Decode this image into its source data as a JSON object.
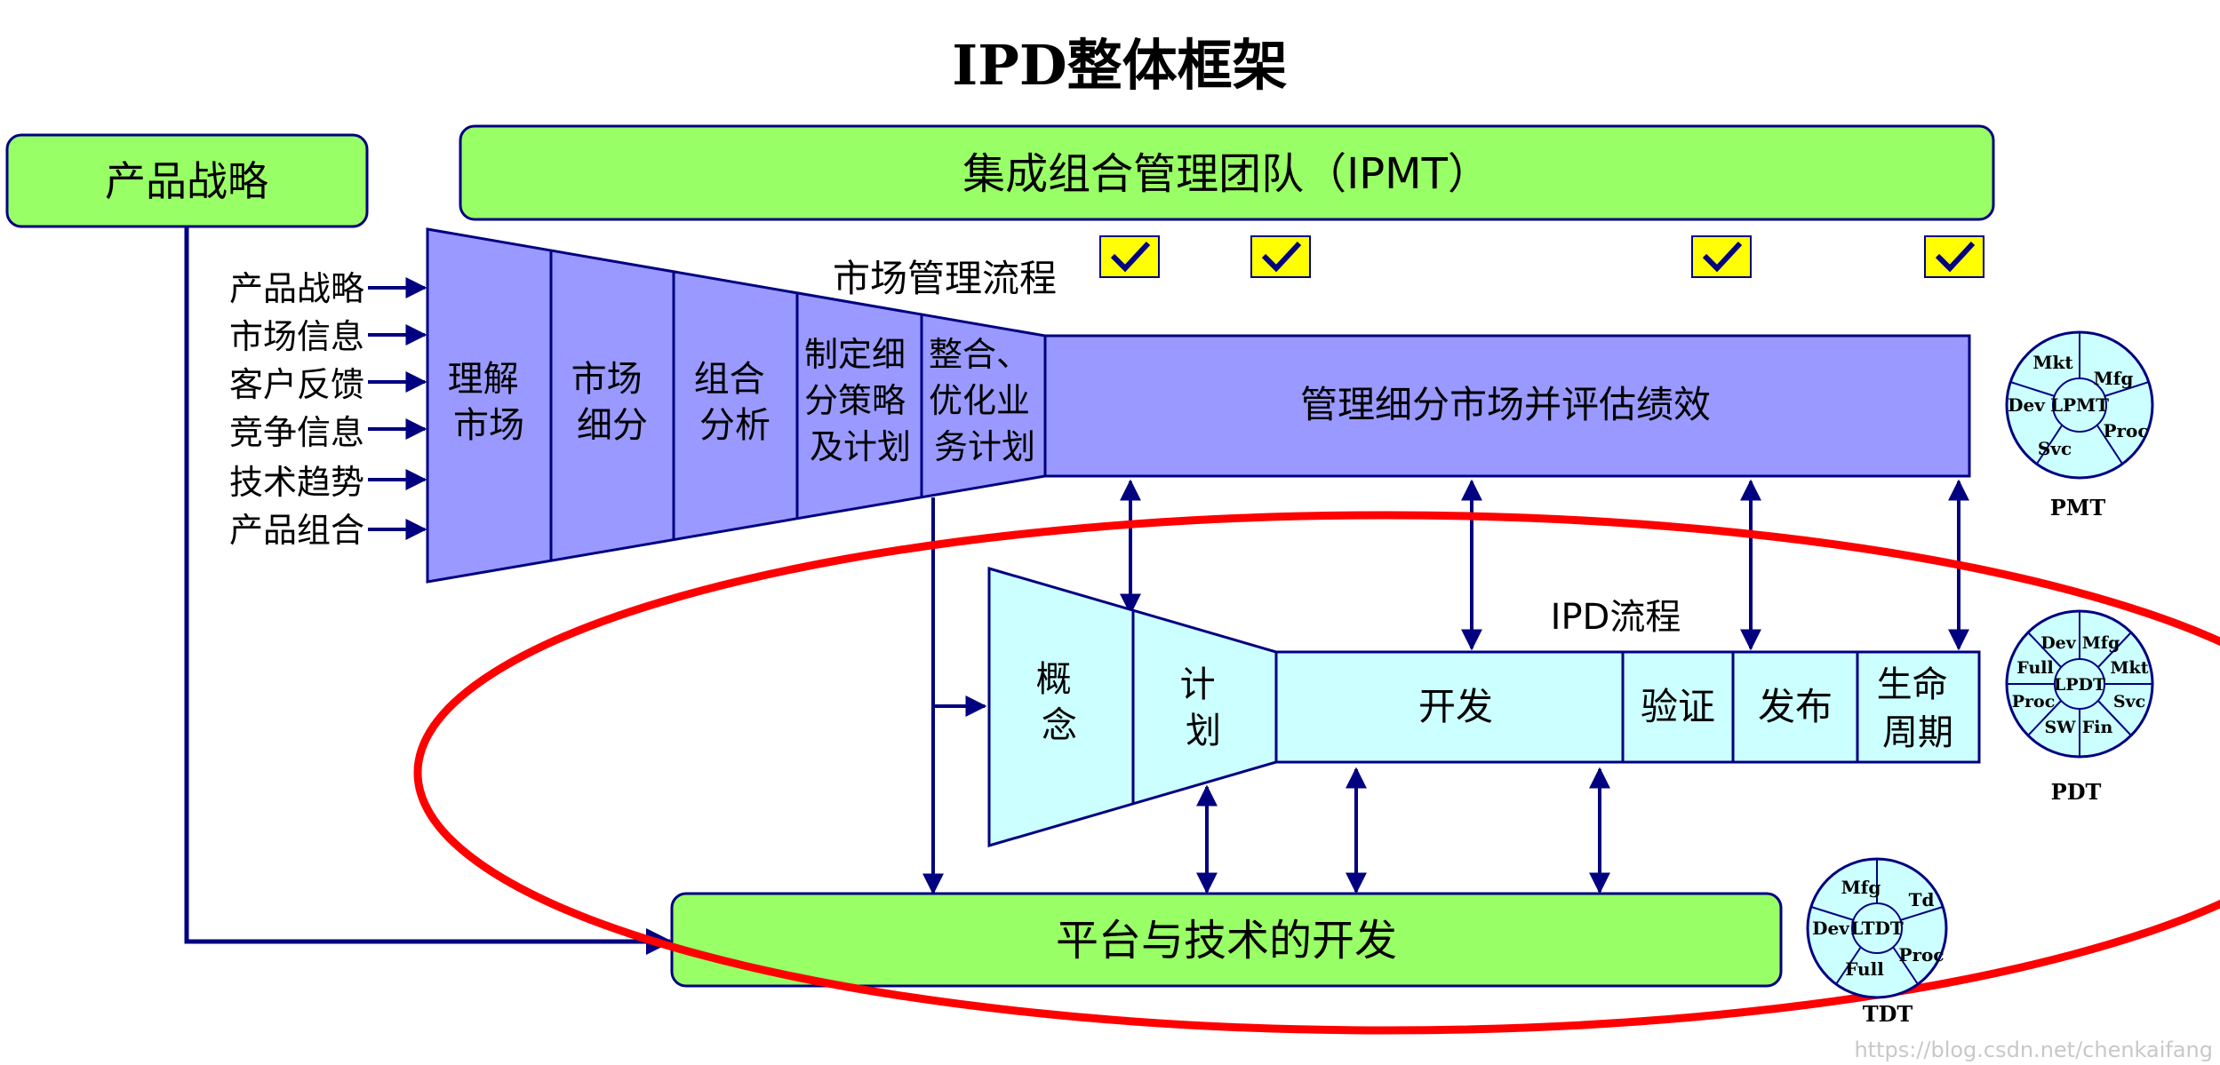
{
  "title": "IPD整体框架",
  "boxes": {
    "product_strategy": "产品战略",
    "ipmt": "集成组合管理团队（IPMT）",
    "platform": "平台与技术的开发"
  },
  "inputs": [
    "产品战略",
    "市场信息",
    "客户反馈",
    "竞争信息",
    "技术趋势",
    "产品组合"
  ],
  "market_process": {
    "label": "市场管理流程",
    "stages": [
      [
        "理解",
        "市场"
      ],
      [
        "市场",
        "细分"
      ],
      [
        "组合",
        "分析"
      ],
      [
        "制定细",
        "分策略",
        "及计划"
      ],
      [
        "整合、",
        "优化业",
        "务计划"
      ]
    ],
    "bar": "管理细分市场并评估绩效"
  },
  "ipd_process": {
    "label": "IPD流程",
    "stages": [
      [
        "概",
        "念"
      ],
      [
        "计",
        "划"
      ],
      [
        "开发"
      ],
      [
        "验证"
      ],
      [
        "发布"
      ],
      [
        "生命",
        "周期"
      ]
    ]
  },
  "checkmarks": 4,
  "teams": {
    "pmt": {
      "center": "LPMT",
      "segments": [
        "Mkt",
        "Mfg",
        "Proc",
        "Svc",
        "Dev"
      ],
      "label": "PMT"
    },
    "pdt": {
      "center": "LPDT",
      "segments": [
        "Dev",
        "Mfg",
        "Mkt",
        "Svc",
        "Fin",
        "SW",
        "Proc",
        "Full"
      ],
      "label": "PDT"
    },
    "tdt": {
      "center": "LTDT",
      "segments": [
        "Mfg",
        "Td",
        "Proc",
        "Full",
        "Dev"
      ],
      "label": "TDT"
    }
  },
  "watermark": "https://blog.csdn.net/chenkaifang",
  "colors": {
    "green": "#99ff66",
    "purple": "#9999ff",
    "cyan": "#ccffff",
    "navy": "#000080",
    "yellow": "#ffff00",
    "ellipse": "#ff0000"
  }
}
